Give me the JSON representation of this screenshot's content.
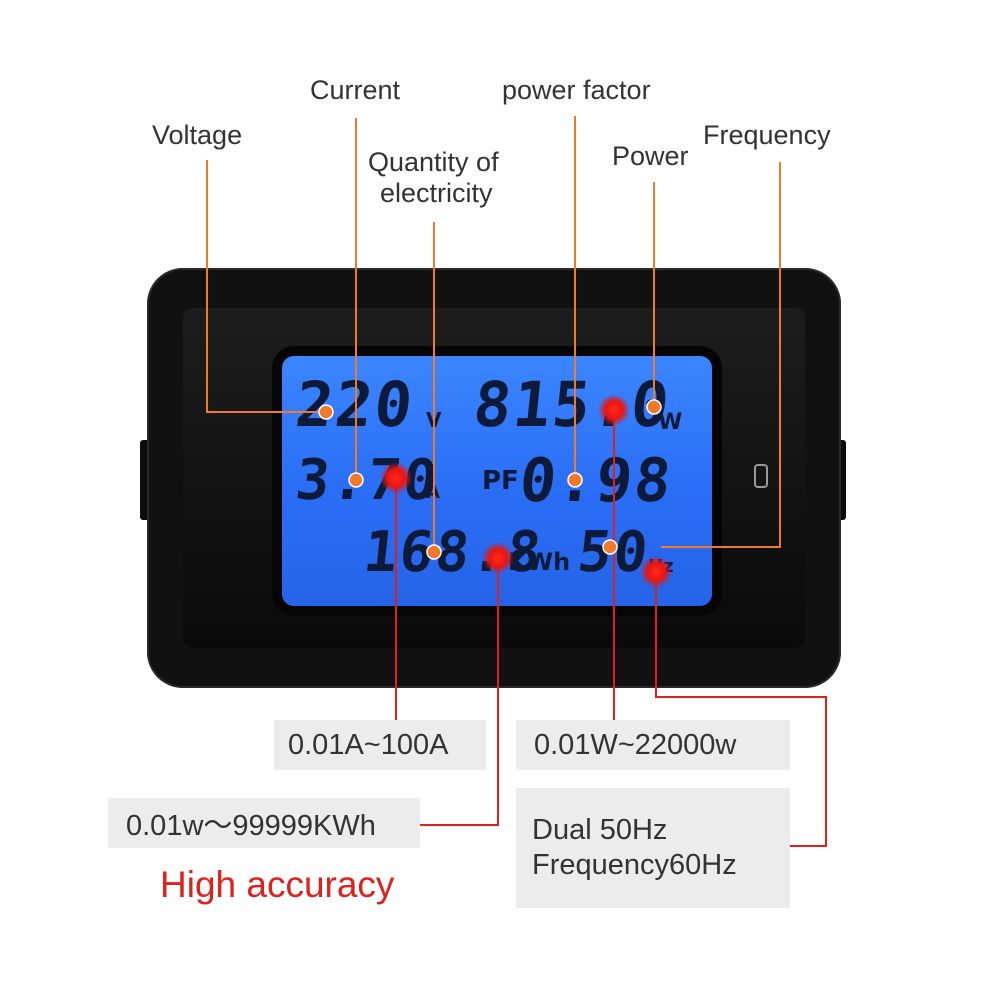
{
  "labels": {
    "voltage": "Voltage",
    "current": "Current",
    "quantity_line1": "Quantity of",
    "quantity_line2": "electricity",
    "power_factor": "power factor",
    "power": "Power",
    "frequency": "Frequency"
  },
  "display": {
    "voltage_value": "220",
    "voltage_unit": "V",
    "power_value": "815.0",
    "power_unit": "W",
    "current_value": "3.70",
    "current_unit": "A",
    "pf_label": "PF",
    "pf_value": "0.98",
    "energy_value": "168.8",
    "energy_unit": "KWh",
    "freq_value": "50",
    "freq_unit": "Hz"
  },
  "specs": {
    "current_range": "0.01A~100A",
    "power_range": "0.01W~22000w",
    "energy_range": "0.01w〜99999KWh",
    "freq_line1": "Dual 50Hz",
    "freq_line2": "Frequency60Hz",
    "accuracy": "High accuracy"
  },
  "colors": {
    "orange_line": "#f07a2a",
    "red_line": "#e0201b",
    "screen_blue": "#2f78ff",
    "device_black": "#111111"
  }
}
